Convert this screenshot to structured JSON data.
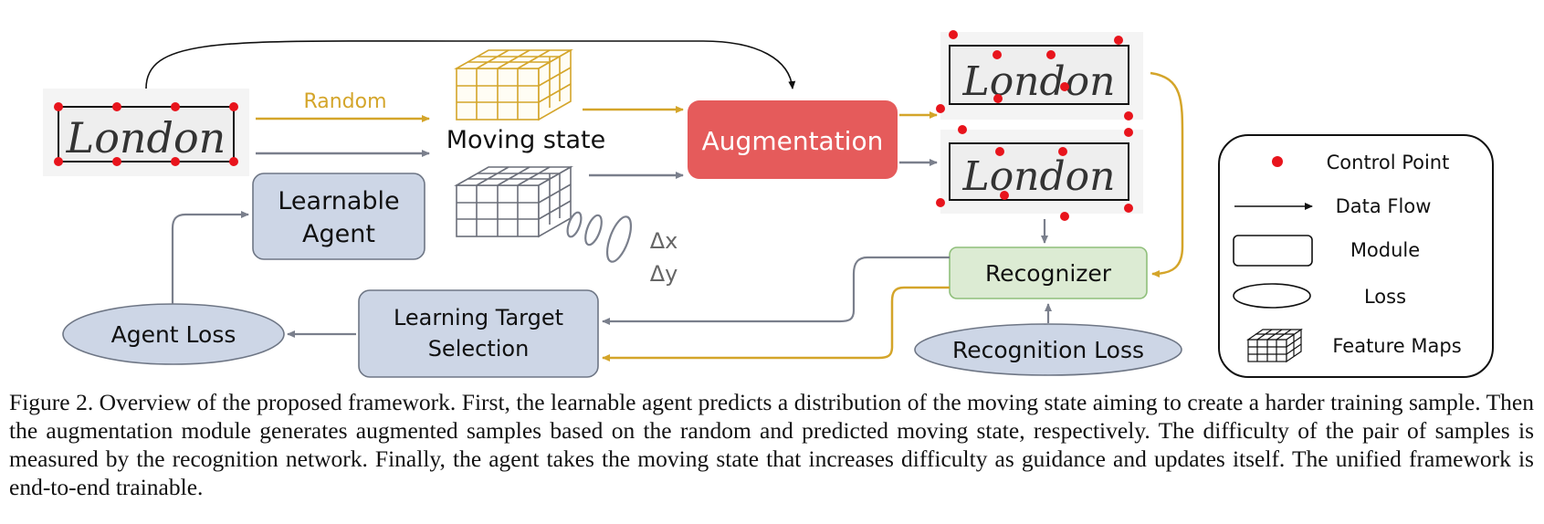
{
  "diagram": {
    "random_label": "Random",
    "moving_state_label": "Moving state",
    "augmentation_label": "Augmentation",
    "learnable_agent_line1": "Learnable",
    "learnable_agent_line2": "Agent",
    "delta_x": "Δx",
    "delta_y": "Δy",
    "recognizer_label": "Recognizer",
    "learning_target_line1": "Learning Target",
    "learning_target_line2": "Selection",
    "agent_loss_label": "Agent Loss",
    "recognition_loss_label": "Recognition Loss",
    "sample_word": "London"
  },
  "legend": {
    "control_point": "Control Point",
    "data_flow": "Data Flow",
    "module": "Module",
    "loss": "Loss",
    "feature_maps": "Feature Maps"
  },
  "colors": {
    "random_flow": "#d4a52a",
    "predicted_flow": "#7a7f8c",
    "augmentation_fill": "#e55b5b",
    "module_fill": "#cdd6e6",
    "recognizer_fill": "#dcebd3",
    "control_point": "#e8141c"
  },
  "caption": "Figure 2. Overview of the proposed framework. First, the learnable agent predicts a distribution of the moving state aiming to create a harder training sample. Then the augmentation module generates augmented samples based on the random and predicted moving state, respectively. The difficulty of the pair of samples is measured by the recognition network. Finally, the agent takes the moving state that increases difficulty as guidance and updates itself. The unified framework is end-to-end trainable."
}
